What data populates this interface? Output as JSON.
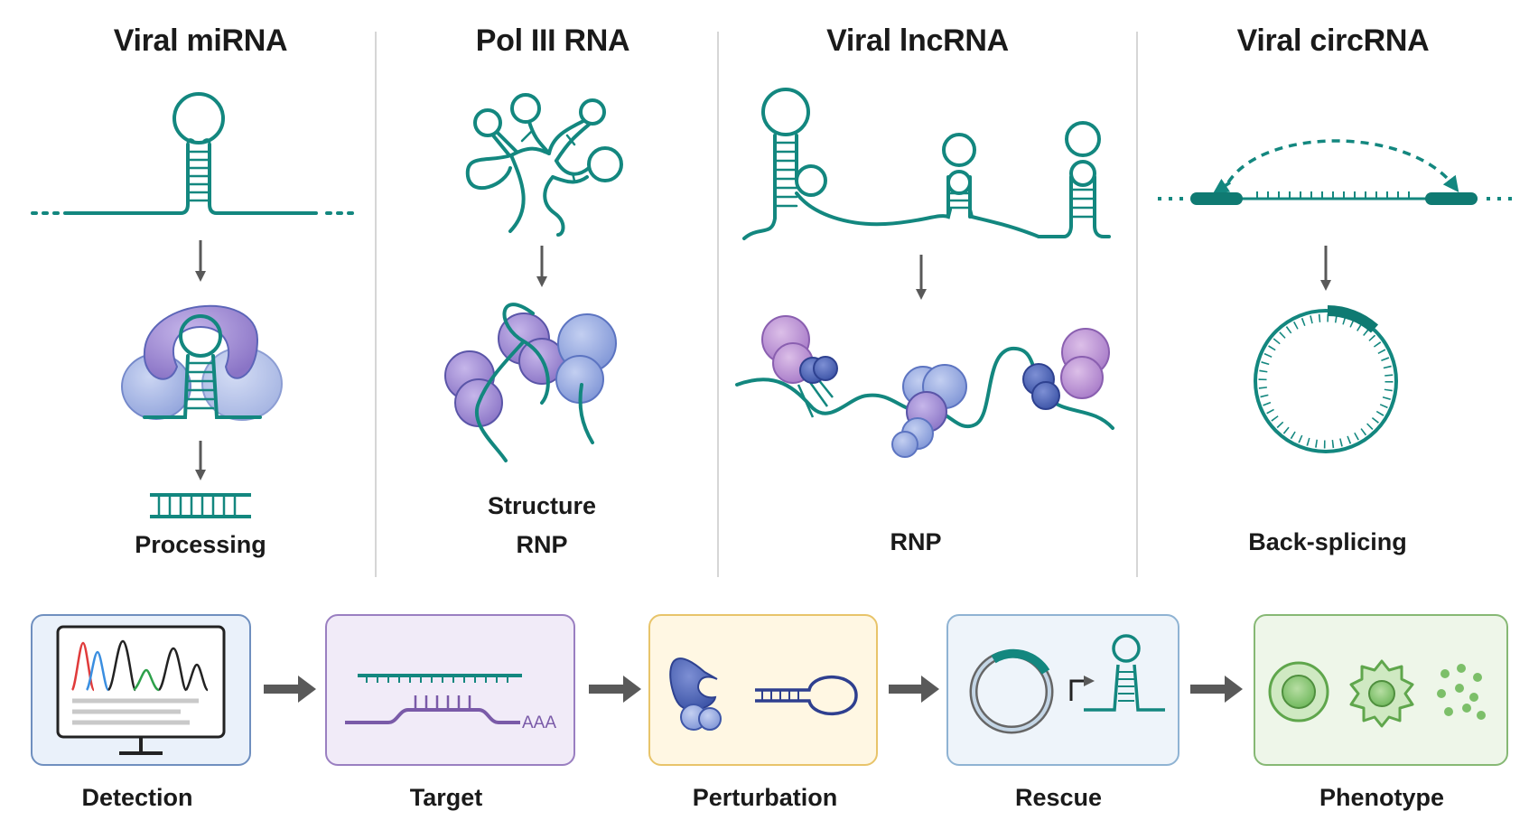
{
  "panels": [
    {
      "title": "Viral miRNA",
      "labels": [
        "Processing"
      ]
    },
    {
      "title": "Pol III RNA",
      "labels": [
        "Structure",
        "RNP"
      ]
    },
    {
      "title": "Viral lncRNA",
      "labels": [
        "RNP"
      ]
    },
    {
      "title": "Viral circRNA",
      "labels": [
        "Back-splicing"
      ]
    }
  ],
  "workflow": [
    {
      "label": "Detection",
      "icon": "monitor-chromatogram-icon",
      "border": "#6f8fbf",
      "fill": "#eaf1fa"
    },
    {
      "label": "Target",
      "icon": "mirna-target-duplex-icon",
      "border": "#9a7fc1",
      "fill": "#f1ebf8"
    },
    {
      "label": "Perturbation",
      "icon": "protein-hairpin-icon",
      "border": "#e8c46a",
      "fill": "#fff7e3"
    },
    {
      "label": "Rescue",
      "icon": "plasmid-expression-icon",
      "border": "#8fb3d3",
      "fill": "#eef4fa"
    },
    {
      "label": "Phenotype",
      "icon": "cell-phenotype-icon",
      "border": "#86b874",
      "fill": "#eef6e9"
    }
  ],
  "workflow_annotation": "AAA",
  "colors": {
    "rna": "#13877f",
    "protein_blue": "#7f95d6",
    "protein_purple": "#8d78c9",
    "arrow": "#595959"
  }
}
